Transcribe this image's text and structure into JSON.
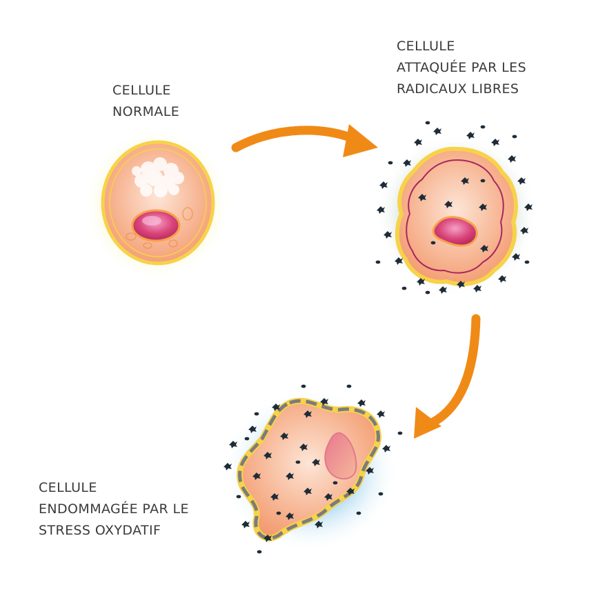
{
  "labels": {
    "normal": [
      "CELLULE",
      "NORMALE"
    ],
    "attacked": [
      "CELLULE",
      "ATTAQUÉE PAR LES",
      "RADICAUX LIBRES"
    ],
    "damaged": [
      "CELLULE",
      "ENDOMMAGÉE PAR LE",
      "STRESS OXYDATIF"
    ]
  },
  "colors": {
    "arrow": "#f08a16",
    "cytoplasm": "#f6b08c",
    "membrane": "#f7d24a",
    "nucleus": "#d9457a",
    "radical": "#1f2c38",
    "glow_normal": "#f5f2a8",
    "glow_attacked": "#bfd4c0",
    "glow_damaged": "#a9d8ef"
  }
}
